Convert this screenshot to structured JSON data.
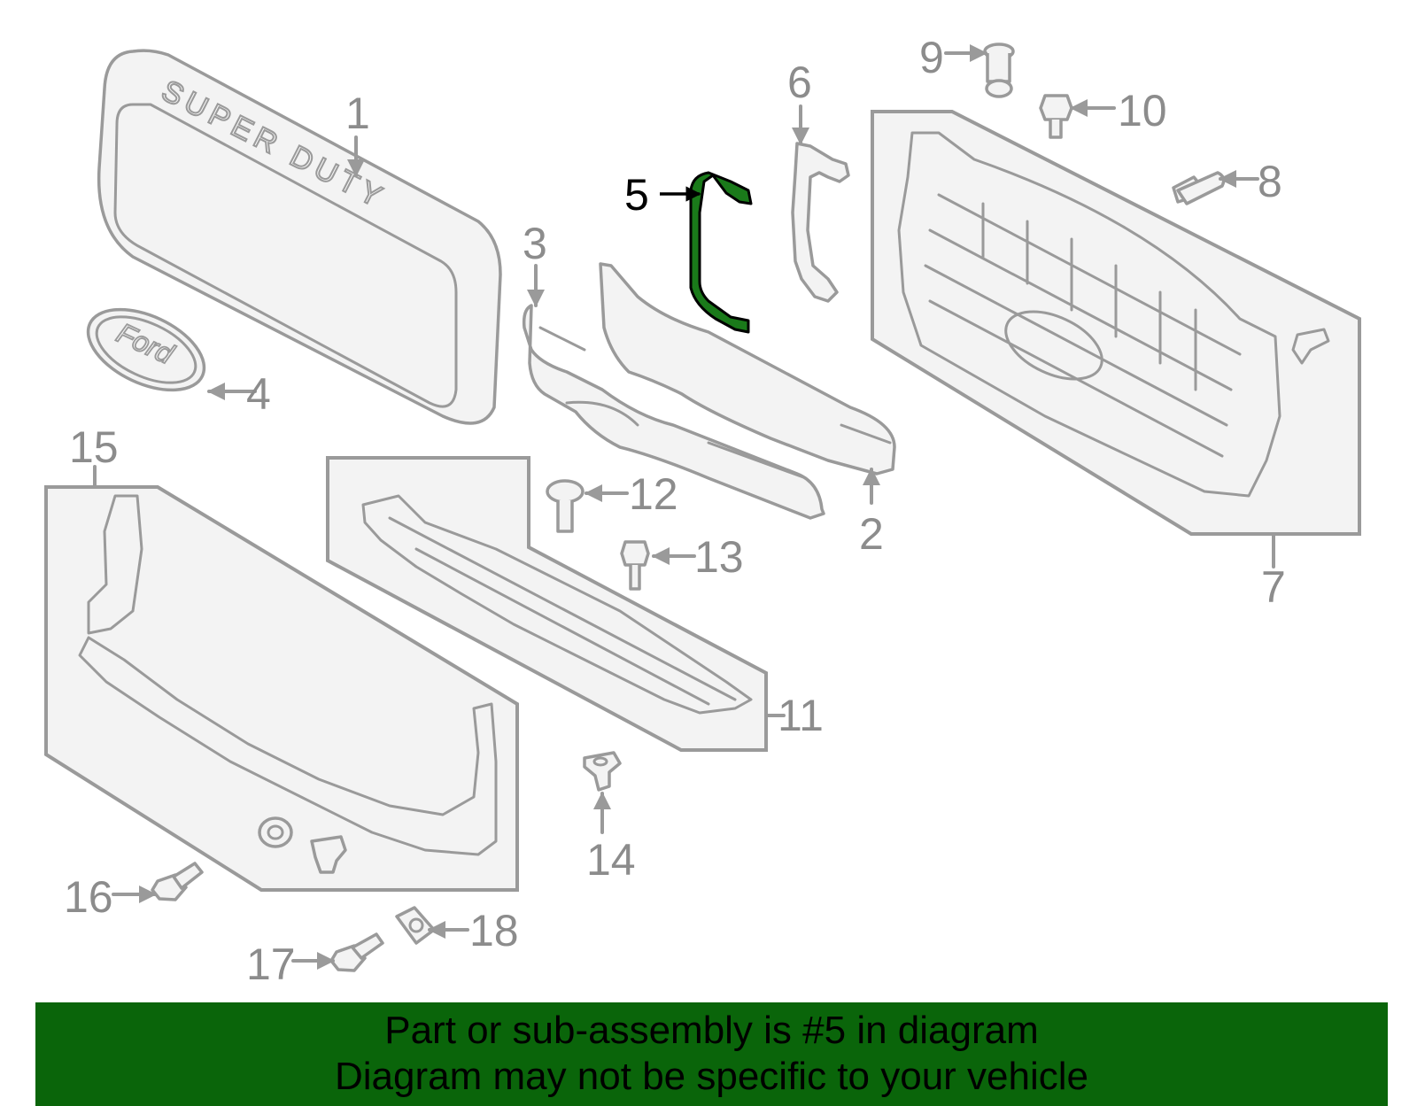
{
  "diagram": {
    "callouts": [
      "1",
      "2",
      "3",
      "4",
      "5",
      "6",
      "7",
      "8",
      "9",
      "10",
      "11",
      "12",
      "13",
      "14",
      "15",
      "16",
      "17",
      "18"
    ],
    "highlight_callout": "5",
    "emblem_text": "SUPER DUTY",
    "logo_text": "Ford"
  },
  "banner": {
    "line1": "Part or sub-assembly is #5 in diagram",
    "line2": "Diagram may not be specific to your vehicle",
    "background": "#0a650a",
    "highlight_color": "#1a7a1a"
  }
}
